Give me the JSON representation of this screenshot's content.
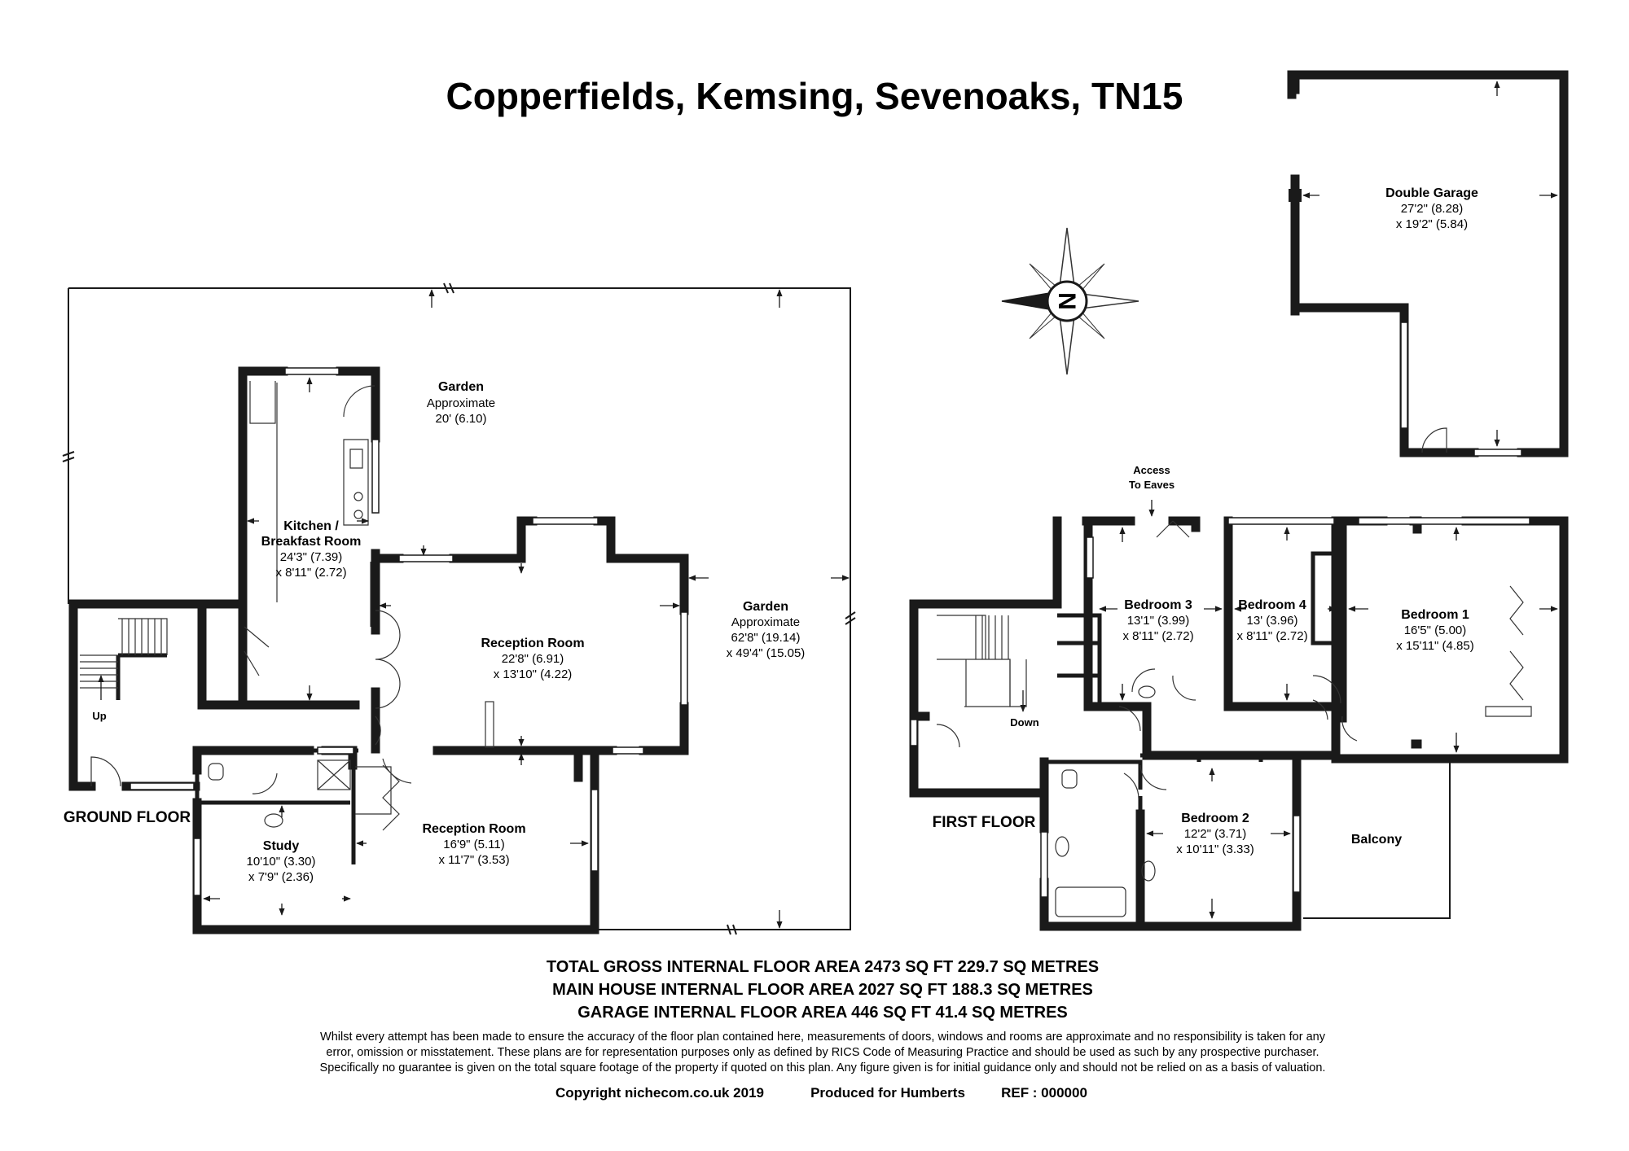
{
  "title": "Copperfields, Kemsing, Sevenoaks, TN15",
  "compass": {
    "letter": "N",
    "icon": "compass-rose-icon"
  },
  "floors": {
    "ground": "GROUND FLOOR",
    "first": "FIRST FLOOR"
  },
  "rooms": {
    "garden_top": {
      "name": "Garden",
      "l1": "Approximate",
      "l2": "20' (6.10)"
    },
    "garden_right": {
      "name": "Garden",
      "l1": "Approximate",
      "l2": "62'8\" (19.14)",
      "l3": "x 49'4\" (15.05)"
    },
    "kitchen": {
      "name1": "Kitchen /",
      "name2": "Breakfast Room",
      "l1": "24'3\" (7.39)",
      "l2": "x 8'11\" (2.72)"
    },
    "reception1": {
      "name": "Reception Room",
      "l1": "22'8\" (6.91)",
      "l2": "x 13'10\" (4.22)"
    },
    "reception2": {
      "name": "Reception Room",
      "l1": "16'9\" (5.11)",
      "l2": "x 11'7\" (3.53)"
    },
    "study": {
      "name": "Study",
      "l1": "10'10\" (3.30)",
      "l2": "x 7'9\" (2.36)"
    },
    "up": "Up",
    "garage": {
      "name": "Double Garage",
      "l1": "27'2\" (8.28)",
      "l2": "x 19'2\" (5.84)"
    },
    "eaves": {
      "l1": "Access",
      "l2": "To Eaves"
    },
    "bedroom3": {
      "name": "Bedroom 3",
      "l1": "13'1\" (3.99)",
      "l2": "x 8'11\" (2.72)"
    },
    "bedroom4": {
      "name": "Bedroom 4",
      "l1": "13' (3.96)",
      "l2": "x 8'11\" (2.72)"
    },
    "bedroom1": {
      "name": "Bedroom 1",
      "l1": "16'5\" (5.00)",
      "l2": "x 15'11\" (4.85)"
    },
    "bedroom2": {
      "name": "Bedroom 2",
      "l1": "12'2\" (3.71)",
      "l2": "x 10'11\" (3.33)"
    },
    "down": "Down",
    "balcony": "Balcony"
  },
  "areas": [
    "TOTAL GROSS INTERNAL FLOOR AREA 2473 SQ FT 229.7 SQ METRES",
    "MAIN HOUSE INTERNAL FLOOR AREA 2027 SQ FT 188.3 SQ METRES",
    "GARAGE INTERNAL FLOOR AREA 446 SQ FT 41.4 SQ METRES"
  ],
  "disclaimer": [
    "Whilst every attempt has been made to ensure the accuracy of the floor plan contained here, measurements of doors, windows and rooms are approximate and no responsibility is taken for any",
    "error, omission or misstatement. These plans are for representation purposes only as defined by RICS Code of Measuring Practice and should be used as such by any prospective purchaser.",
    "Specifically no guarantee is given on the total square footage of the property if quoted on this plan. Any figure given is for initial guidance only and should not be relied on as a basis of valuation."
  ],
  "footer": {
    "copyright": "Copyright nichecom.co.uk 2019",
    "produced": "Produced for Humberts",
    "ref": "REF : 000000"
  }
}
